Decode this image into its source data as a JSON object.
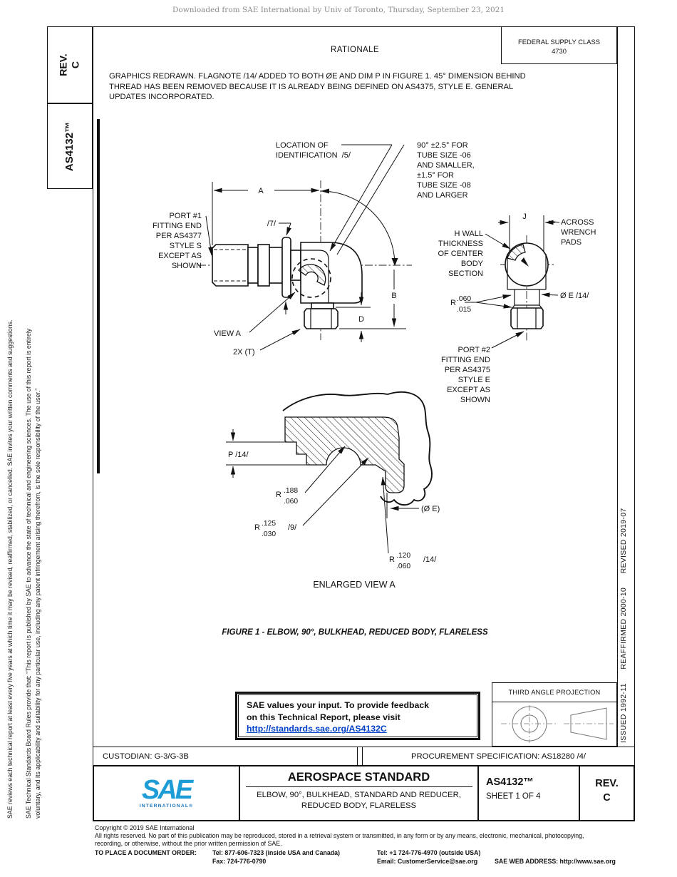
{
  "watermark": "Downloaded from SAE International by Univ of Toronto, Thursday, September 23, 2021",
  "left_margin": {
    "rev_label": "REV.",
    "rev_value": "C",
    "doc_number": "AS4132™",
    "disclaimer_line1": "SAE Technical Standards Board Rules provide that: “This report is published by SAE to advance the state of technical and engineering sciences. The use of this report is entirely",
    "disclaimer_line2": "voluntary, and its applicability and suitability for any particular use, including any patent infringement arising therefrom, is the sole responsibility of the user.”",
    "review_note": "SAE reviews each technical report at least every five years at which time it may be revised, reaffirmed, stabilized, or cancelled. SAE invites your written comments and suggestions."
  },
  "right_margin": {
    "history": "ISSUED 1992-11      REAFFIRMED 2000-10      REVISED 2019-07"
  },
  "header": {
    "rationale_title": "RATIONALE",
    "fsc_label": "FEDERAL SUPPLY CLASS",
    "fsc_value": "4730",
    "rationale_line1": "GRAPHICS REDRAWN. FLAGNOTE /14/ ADDED TO BOTH ØE AND DIM P IN FIGURE 1. 45° DIMENSION BEHIND",
    "rationale_line2": "THREAD HAS BEEN REMOVED BECAUSE IT IS ALREADY BEING DEFINED ON AS4375, STYLE E. GENERAL",
    "rationale_line3": "UPDATES INCORPORATED."
  },
  "drawing": {
    "loc_id_1": "LOCATION OF",
    "loc_id_2": "IDENTIFICATION  /5/",
    "angle_1": "90° ±2.5° FOR",
    "angle_2": "TUBE SIZE -06",
    "angle_3": "AND SMALLER,",
    "angle_4": "±1.5° FOR",
    "angle_5": "TUBE SIZE -08",
    "angle_6": "AND LARGER",
    "dim_a": "A",
    "dim_b": "B",
    "dim_d": "D",
    "dim_j": "J",
    "flag_7": "/7/",
    "port1_1": "PORT #1",
    "port1_2": "FITTING END",
    "port1_3": "PER AS4377",
    "port1_4": "STYLE  S",
    "port1_5": "EXCEPT AS",
    "port1_6": "SHOWN",
    "view_a": "VIEW A",
    "two_x_t": "2X (T)",
    "hwall_1": "H  WALL",
    "hwall_2": "THICKNESS",
    "hwall_3": "OF CENTER",
    "hwall_4": "BODY",
    "hwall_5": "SECTION",
    "across_1": "ACROSS",
    "across_2": "WRENCH",
    "across_3": "PADS",
    "r_wall": "R",
    "r_wall_max": ".060",
    "r_wall_min": ".015",
    "dia_e": "Ø E  /14/",
    "port2_1": "PORT #2",
    "port2_2": "FITTING END",
    "port2_3": "PER AS4375",
    "port2_4": "STYLE  E",
    "port2_5": "EXCEPT AS",
    "port2_6": "SHOWN",
    "p_dim": "P  /14/",
    "r1": "R",
    "r1_max": ".188",
    "r1_min": ".060",
    "r2": "R",
    "r2_max": ".125",
    "r2_min": ".030",
    "flag_9": "/9/",
    "dia_e_ref": "(Ø E)",
    "r3": "R",
    "r3_max": ".120",
    "r3_min": ".060",
    "flag_14": "/14/",
    "enlarged_label": "ENLARGED  VIEW  A"
  },
  "figure": {
    "caption": "FIGURE 1 - ELBOW, 90°, BULKHEAD, REDUCED BODY, FLARELESS"
  },
  "feedback": {
    "line1": "SAE values your input. To provide feedback",
    "line2": "on this Technical Report, please visit",
    "link": "http://standards.sae.org/AS4132C"
  },
  "projection": {
    "title": "THIRD ANGLE PROJECTION"
  },
  "title_block": {
    "custodian": "CUSTODIAN: G-3/G-3B",
    "procurement": "PROCUREMENT SPECIFICATION: AS18280 /4/",
    "doc_type": "AEROSPACE STANDARD",
    "subtitle_line1": "ELBOW, 90°, BULKHEAD, STANDARD AND REDUCER,",
    "subtitle_line2": "REDUCED BODY, FLARELESS",
    "doc_number": "AS4132™",
    "sheet": "SHEET 1 OF 4",
    "rev_label": "REV.",
    "rev_value": "C",
    "logo_name": "SAE",
    "logo_sub": "INTERNATIONAL®"
  },
  "copyright": {
    "line1": "Copyright © 2019 SAE International",
    "line2": "All rights reserved. No part of this publication may be reproduced, stored in a retrieval system or transmitted, in any form or by any means, electronic, mechanical, photocopying,",
    "line3": "recording, or otherwise, without the prior written permission of SAE.",
    "order_label": "TO PLACE A DOCUMENT ORDER:",
    "tel1": "Tel: 877-606-7323 (inside USA and Canada)",
    "tel2": "Tel: +1 724-776-4970 (outside USA)",
    "fax": "Fax: 724-776-0790",
    "email": "Email: CustomerService@sae.org",
    "web": "SAE WEB ADDRESS: http://www.sae.org"
  }
}
